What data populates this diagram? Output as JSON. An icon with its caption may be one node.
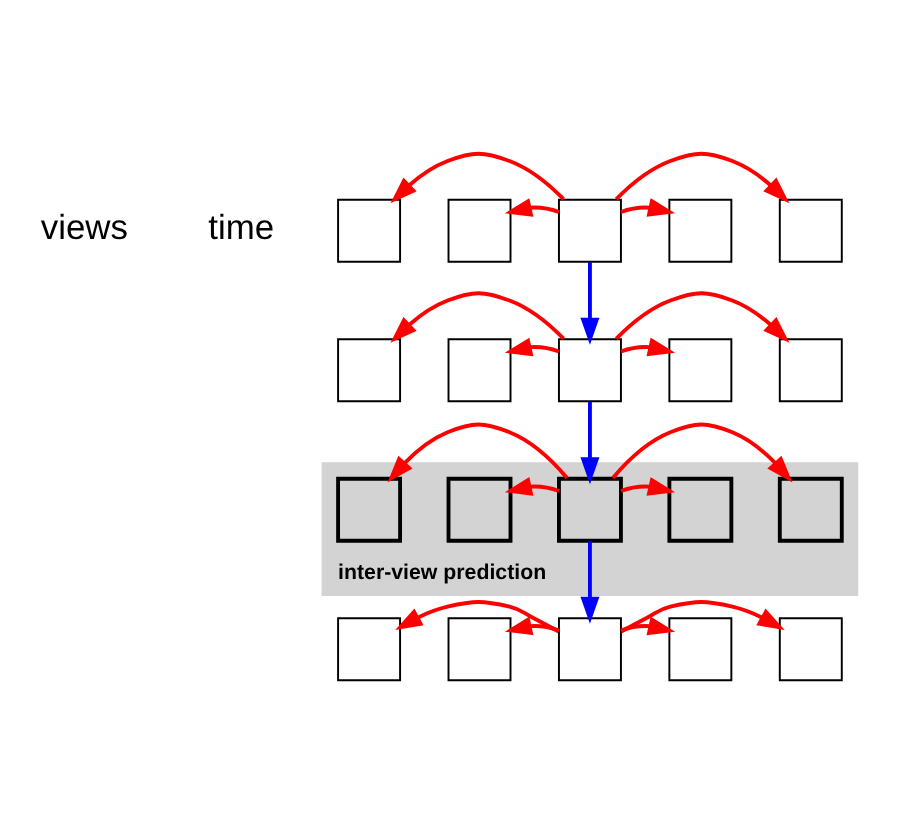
{
  "diagram": {
    "nodes": [
      {
        "text": [],
        "shape": "box"
      },
      {
        "text": [],
        "shape": "box"
      },
      {
        "text": [],
        "shape": "box"
      },
      {
        "text": [],
        "shape": "box"
      },
      {
        "text": [],
        "shape": "box"
      },
      {
        "text": [],
        "shape": "box"
      },
      {
        "text": [],
        "shape": "box"
      },
      {
        "text": [],
        "shape": "box"
      },
      {
        "text": [],
        "shape": "box"
      },
      {
        "text": [],
        "shape": "box"
      },
      {
        "text": [
          "inter-view prediction"
        ]
      },
      {
        "text": [],
        "shape": "box",
        "in": 10
      },
      {
        "text": [],
        "shape": "box",
        "in": 10
      },
      {
        "text": [],
        "shape": "box",
        "in": 10
      },
      {
        "text": [],
        "shape": "box",
        "in": 10
      },
      {
        "text": [],
        "shape": "box",
        "in": 10
      },
      {
        "text": [],
        "shape": "box"
      },
      {
        "text": [],
        "shape": "box"
      },
      {
        "text": [],
        "shape": "box"
      },
      {
        "text": [],
        "shape": "box"
      },
      {
        "text": [],
        "shape": "box"
      }
    ],
    "edges": [
      {
        "from": 2,
        "to": 0,
        "arrow": "to"
      },
      {
        "from": 2,
        "to": 1,
        "arrow": "to"
      },
      {
        "from": 2,
        "to": 3,
        "arrow": "to"
      },
      {
        "from": 2,
        "to": 4,
        "arrow": "to"
      },
      {
        "from": 2,
        "to": 7,
        "arrow": "to",
        "color": "#0000ff"
      },
      {
        "from": 7,
        "to": 5,
        "arrow": "to"
      },
      {
        "from": 7,
        "to": 6,
        "arrow": "to"
      },
      {
        "from": 7,
        "to": 8,
        "arrow": "to"
      },
      {
        "from": 7,
        "to": 9,
        "arrow": "to"
      },
      {
        "from": 7,
        "to": 13,
        "arrow": "to",
        "color": "#0000ff"
      },
      {
        "from": 13,
        "to": 11,
        "arrow": "to"
      },
      {
        "from": 13,
        "to": 12,
        "arrow": "to"
      },
      {
        "from": 13,
        "to": 14,
        "arrow": "to"
      },
      {
        "from": 13,
        "to": 15,
        "arrow": "to"
      },
      {
        "from": 13,
        "to": 18,
        "arrow": "to",
        "color": "#0000ff"
      },
      {
        "from": 18,
        "to": 16,
        "arrow": "to"
      },
      {
        "from": 18,
        "to": 17,
        "arrow": "to"
      },
      {
        "from": 18,
        "to": 19,
        "arrow": "to"
      },
      {
        "from": 18,
        "to": 20,
        "arrow": "to"
      }
    ],
    "labels": [
      "views",
      "time"
    ]
  }
}
